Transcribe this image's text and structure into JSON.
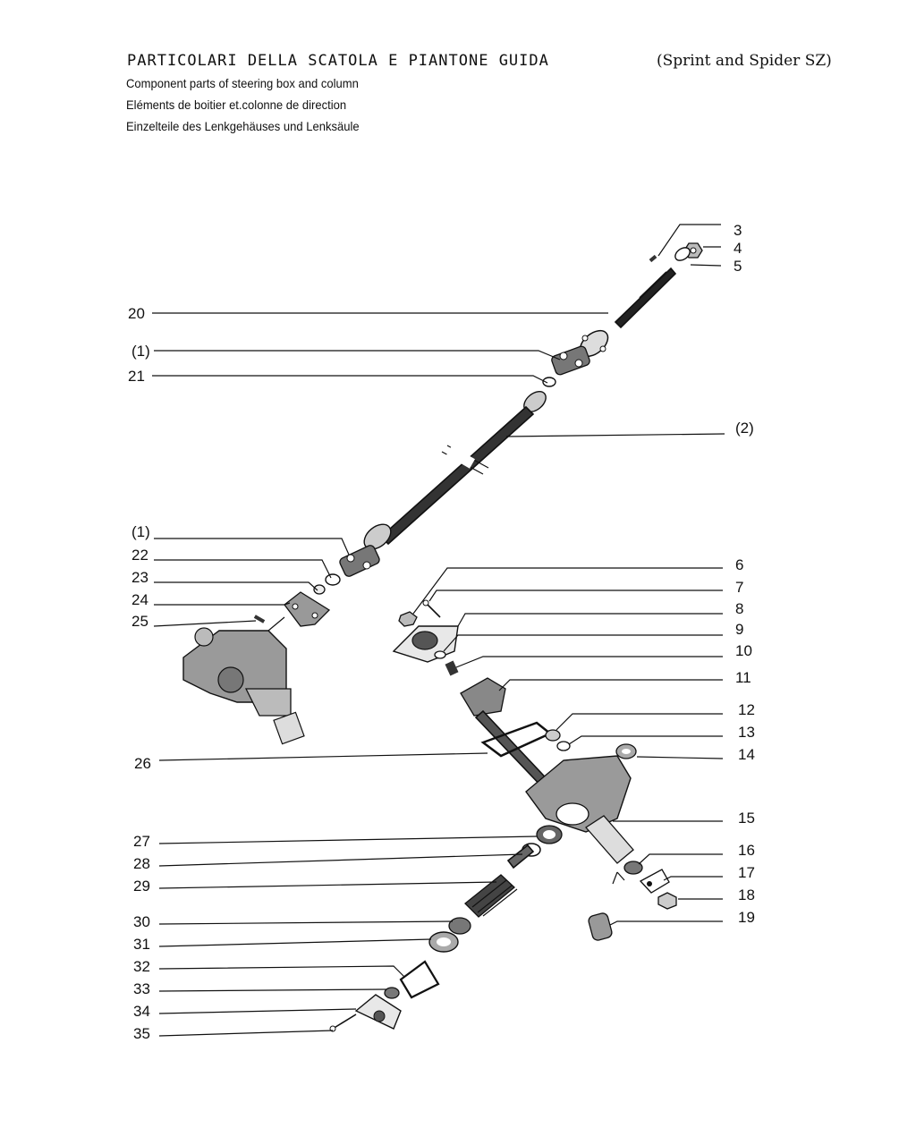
{
  "header": {
    "title_it": "PARTICOLARI DELLA SCATOLA E PIANTONE GUIDA",
    "title_note": "(Sprint and Spider SZ)",
    "title_en": "Component parts of steering box and column",
    "title_fr": "Eléments de boitier et.colonne de direction",
    "title_de": "Einzelteile des Lenkgehäuses und Lenksäule"
  },
  "callouts_left": [
    "20",
    "(1)",
    "21",
    "(1)",
    "22",
    "23",
    "24",
    "25",
    "26",
    "27",
    "28",
    "29",
    "30",
    "31",
    "32",
    "33",
    "34",
    "35"
  ],
  "callouts_right": [
    "3",
    "4",
    "5",
    "(2)",
    "6",
    "7",
    "8",
    "9",
    "10",
    "11",
    "12",
    "13",
    "14",
    "15",
    "16",
    "17",
    "18",
    "19"
  ]
}
